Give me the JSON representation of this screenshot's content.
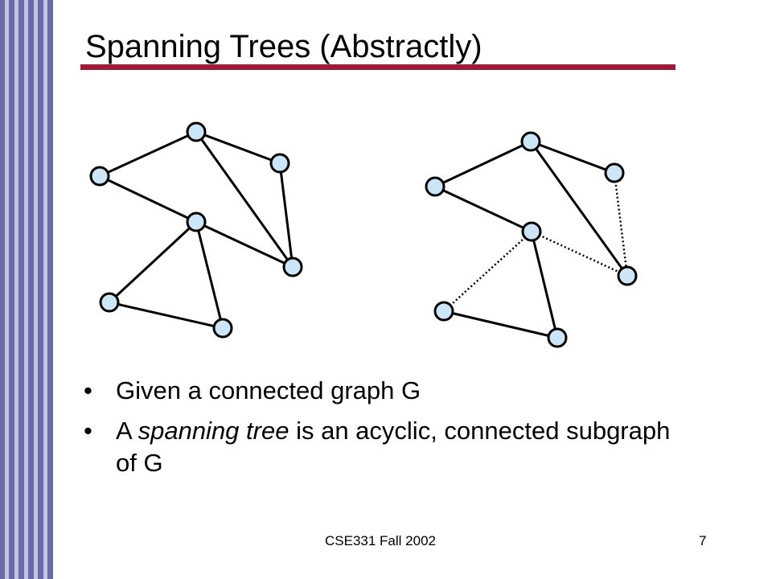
{
  "slide": {
    "title": "Spanning Trees (Abstractly)",
    "accent_color": "#9e1b3a",
    "stripe_colors": [
      "#6b6bab",
      "#c4c4de"
    ]
  },
  "graphs": {
    "node_fill": "#cce6f7",
    "line_color": "#000000",
    "left_graph": {
      "description_type": "full-graph"
    },
    "right_graph": {
      "description_type": "spanning-tree-with-dotted-removed-edges"
    }
  },
  "bullets": [
    {
      "marker": "•",
      "text": "Given a connected graph G"
    },
    {
      "marker": "•",
      "pre": "A ",
      "em": "spanning tree",
      "post": " is an acyclic, connected subgraph of G"
    }
  ],
  "footer": {
    "center": "CSE331 Fall 2002",
    "page": "7"
  }
}
